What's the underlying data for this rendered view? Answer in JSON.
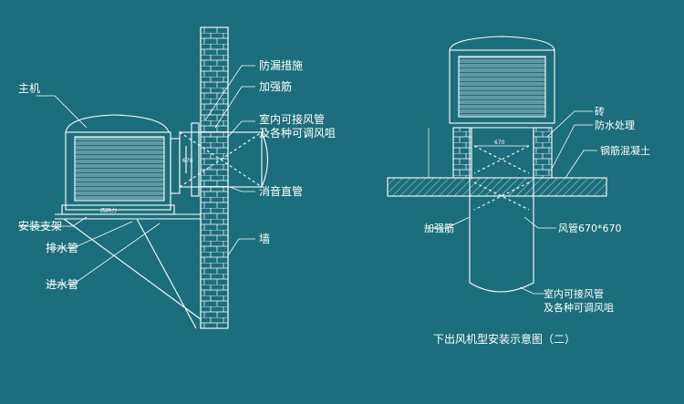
{
  "left_diagram": {
    "labels": {
      "host": "主机",
      "leak_proof": "防漏措施",
      "reinforcement": "加强筋",
      "indoor_duct_line1": "室内可接风管",
      "indoor_duct_line2": "及各种可调风咀",
      "muffler_pipe": "消音直管",
      "mount_bracket": "安装支架",
      "drain_pipe": "排水管",
      "inlet_pipe": "进水管",
      "wall": "墙",
      "brand_plate": "西码力",
      "dim_vertical": "670"
    }
  },
  "right_diagram": {
    "labels": {
      "brick": "砖",
      "waterproof": "防水处理",
      "concrete": "钢筋混凝土",
      "reinforcement": "加强筋",
      "duct_size": "风管670*670",
      "indoor_duct_line1": "室内可接风管",
      "indoor_duct_line2": "及各种可调风咀",
      "dim_top": "670"
    },
    "caption": "下出风机型安装示意图（二）"
  },
  "colors": {
    "background": "#1c6e7c",
    "line": "#ffffff"
  }
}
